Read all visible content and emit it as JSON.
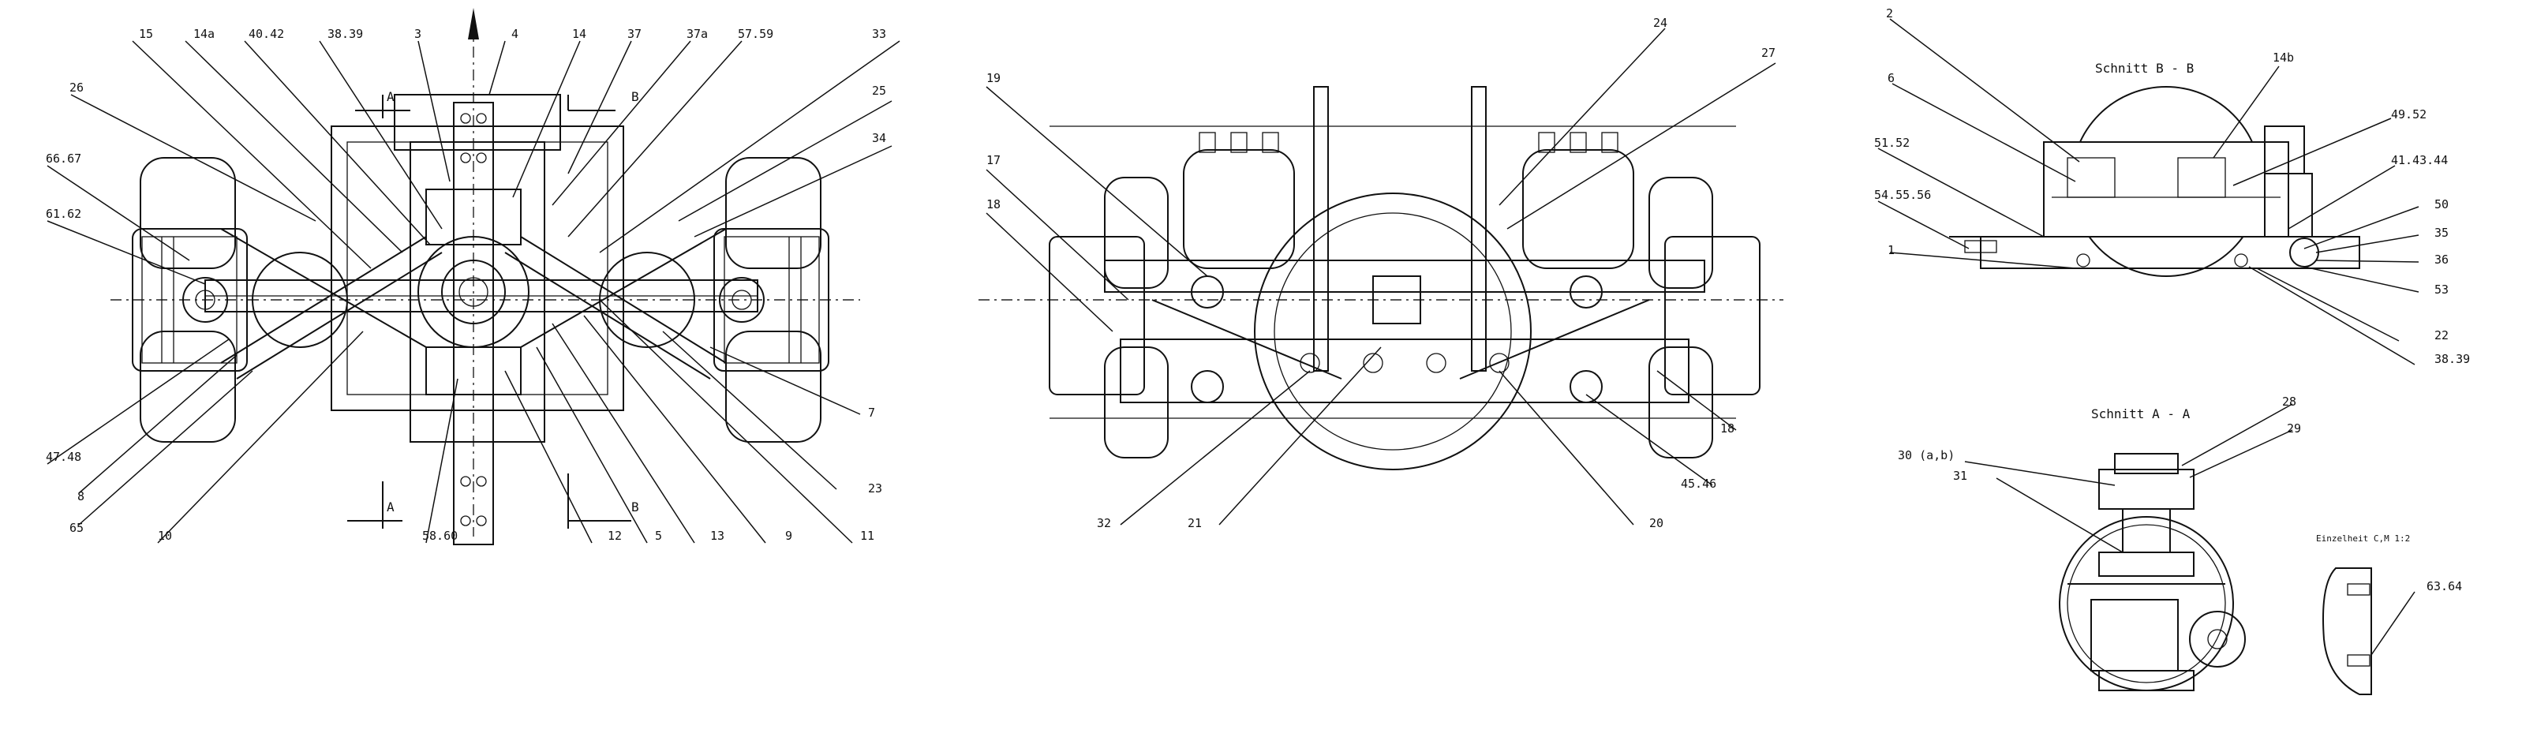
{
  "views": {
    "top_view": {
      "labels": [
        "15",
        "14a",
        "40.42",
        "38.39",
        "3",
        "4",
        "14",
        "37",
        "37a",
        "57.59",
        "33",
        "26",
        "25",
        "66.67",
        "34",
        "61.62",
        "47.48",
        "8",
        "65",
        "10",
        "58.60",
        "12",
        "5",
        "13",
        "9",
        "11",
        "23",
        "7"
      ],
      "section_markers": [
        "A",
        "B",
        "A",
        "B"
      ]
    },
    "side_view": {
      "labels": [
        "24",
        "27",
        "19",
        "17",
        "18",
        "18",
        "45.46",
        "20",
        "21",
        "32"
      ]
    },
    "section_b": {
      "title": "Schnitt B - B",
      "labels": [
        "2",
        "6",
        "14b",
        "49.52",
        "51.52",
        "41.43.44",
        "54.55.56",
        "50",
        "35",
        "1",
        "36",
        "53",
        "22",
        "38.39"
      ]
    },
    "section_a": {
      "title": "Schnitt A - A",
      "labels": [
        "28",
        "29",
        "30 (a,b)",
        "31"
      ]
    },
    "detail": {
      "title": "Einzelheit C,M 1:2",
      "labels": [
        "63.64"
      ]
    }
  }
}
